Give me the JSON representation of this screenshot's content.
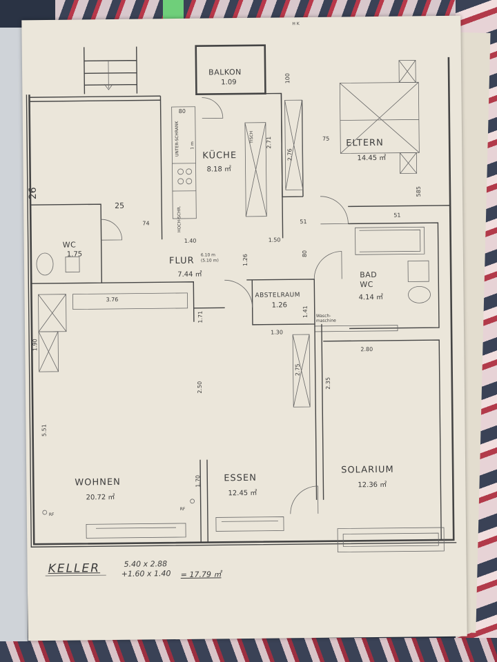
{
  "plan": {
    "header_margin": "H K",
    "rooms": {
      "balkon": {
        "name": "BALKON",
        "area": "1.09"
      },
      "kueche": {
        "name": "KÜCHE",
        "area": "8.18 ㎡"
      },
      "eltern": {
        "name": "ELTERN",
        "area": "14.45 ㎡"
      },
      "wc": {
        "name": "WC",
        "area": "1.75"
      },
      "flur": {
        "name": "FLUR",
        "area": "7.44 ㎡",
        "note1": "6.10 m",
        "note2": "(5.10 m)"
      },
      "abstellraum": {
        "name": "ABSTELRAUM",
        "area": "1.26"
      },
      "bad": {
        "name": "BAD",
        "name2": "WC",
        "area": "4.14 ㎡"
      },
      "wohnen": {
        "name": "WOHNEN",
        "area": "20.72 ㎡"
      },
      "essen": {
        "name": "ESSEN",
        "area": "12.45 ㎡"
      },
      "solarium": {
        "name": "SOLARIUM",
        "area": "12.36 ㎡"
      }
    },
    "kitchen_labels": {
      "unterschrank": "UNTER-SCHRANK",
      "lm": "1 m",
      "tisch": "TISCH",
      "hochschrank": "HOCH-SCHR."
    },
    "waschmaschine": "Wasch-maschine",
    "dimensions": {
      "d25": "25",
      "d26": "26",
      "d74": "74",
      "d80": "80",
      "d100": "100",
      "d75": "75",
      "d276": "2.76",
      "d271": "2.71",
      "d51a": "51",
      "d51b": "51",
      "d585": "585",
      "d140": "1.40",
      "d150": "1.50",
      "d126": "1.26",
      "d80b": "80",
      "d376": "3.76",
      "d171": "1.71",
      "d141": "1.41",
      "d130": "1.30",
      "d280": "2.80",
      "d275": "2.75",
      "d235": "2.35",
      "d250": "2.50",
      "d551": "5.51",
      "d190": "1.90",
      "d170": "1.70"
    },
    "rf1": "RF",
    "rf2": "RF",
    "keller": {
      "label": "KELLER",
      "line1": "5.40 x 2.88",
      "line2": "+1.60 x 1.40",
      "result": "= 17.79 ㎡"
    }
  }
}
